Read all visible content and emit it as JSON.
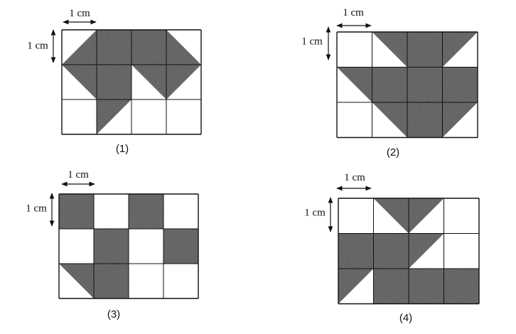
{
  "unit_label": "1 cm",
  "shade_color": "#6e6e6e",
  "figures": [
    {
      "caption": "(1)",
      "rows": 3,
      "cols": 4,
      "shapes": [
        {
          "type": "poly",
          "pts": [
            [
              0,
              1
            ],
            [
              1,
              0
            ],
            [
              1,
              1
            ]
          ]
        },
        {
          "type": "poly",
          "pts": [
            [
              0,
              1
            ],
            [
              1,
              1
            ],
            [
              1,
              2
            ]
          ]
        },
        {
          "type": "rect",
          "c": 1,
          "r": 0
        },
        {
          "type": "rect",
          "c": 2,
          "r": 0
        },
        {
          "type": "rect",
          "c": 1,
          "r": 1
        },
        {
          "type": "poly",
          "pts": [
            [
              3,
              0
            ],
            [
              4,
              1
            ],
            [
              3,
              1
            ]
          ]
        },
        {
          "type": "poly",
          "pts": [
            [
              3,
              1
            ],
            [
              4,
              1
            ],
            [
              3,
              2
            ]
          ]
        },
        {
          "type": "poly",
          "pts": [
            [
              3,
              1
            ],
            [
              3,
              2
            ],
            [
              2,
              1
            ]
          ]
        },
        {
          "type": "poly",
          "pts": [
            [
              1,
              2
            ],
            [
              2,
              2
            ],
            [
              1,
              3
            ]
          ]
        }
      ]
    },
    {
      "caption": "(2)",
      "rows": 3,
      "cols": 4,
      "shapes": [
        {
          "type": "poly",
          "pts": [
            [
              1,
              0
            ],
            [
              2,
              0
            ],
            [
              2,
              1
            ]
          ]
        },
        {
          "type": "rect",
          "c": 2,
          "r": 0
        },
        {
          "type": "poly",
          "pts": [
            [
              3,
              0
            ],
            [
              4,
              0
            ],
            [
              3,
              1
            ]
          ]
        },
        {
          "type": "poly",
          "pts": [
            [
              0,
              1
            ],
            [
              1,
              1
            ],
            [
              1,
              2
            ]
          ]
        },
        {
          "type": "rect",
          "c": 1,
          "r": 1
        },
        {
          "type": "rect",
          "c": 2,
          "r": 1
        },
        {
          "type": "rect",
          "c": 3,
          "r": 1
        },
        {
          "type": "poly",
          "pts": [
            [
              1,
              2
            ],
            [
              2,
              2
            ],
            [
              2,
              3
            ]
          ]
        },
        {
          "type": "rect",
          "c": 2,
          "r": 2
        },
        {
          "type": "poly",
          "pts": [
            [
              3,
              2
            ],
            [
              4,
              2
            ],
            [
              3,
              3
            ]
          ]
        }
      ]
    },
    {
      "caption": "(3)",
      "rows": 3,
      "cols": 4,
      "shapes": [
        {
          "type": "rect",
          "c": 0,
          "r": 0
        },
        {
          "type": "rect",
          "c": 2,
          "r": 0
        },
        {
          "type": "rect",
          "c": 1,
          "r": 1
        },
        {
          "type": "rect",
          "c": 3,
          "r": 1
        },
        {
          "type": "poly",
          "pts": [
            [
              0,
              2
            ],
            [
              1,
              2
            ],
            [
              1,
              3
            ]
          ]
        },
        {
          "type": "rect",
          "c": 1,
          "r": 2
        }
      ]
    },
    {
      "caption": "(4)",
      "rows": 3,
      "cols": 4,
      "shapes": [
        {
          "type": "poly",
          "pts": [
            [
              1,
              0
            ],
            [
              3,
              0
            ],
            [
              2,
              1
            ]
          ]
        },
        {
          "type": "rect",
          "c": 0,
          "r": 1
        },
        {
          "type": "rect",
          "c": 1,
          "r": 1
        },
        {
          "type": "poly",
          "pts": [
            [
              2,
              1
            ],
            [
              3,
              1
            ],
            [
              2,
              2
            ]
          ]
        },
        {
          "type": "poly",
          "pts": [
            [
              0,
              2
            ],
            [
              1,
              2
            ],
            [
              0,
              3
            ]
          ]
        },
        {
          "type": "rect",
          "c": 1,
          "r": 2
        },
        {
          "type": "rect",
          "c": 2,
          "r": 2
        },
        {
          "type": "rect",
          "c": 3,
          "r": 2
        }
      ]
    }
  ]
}
